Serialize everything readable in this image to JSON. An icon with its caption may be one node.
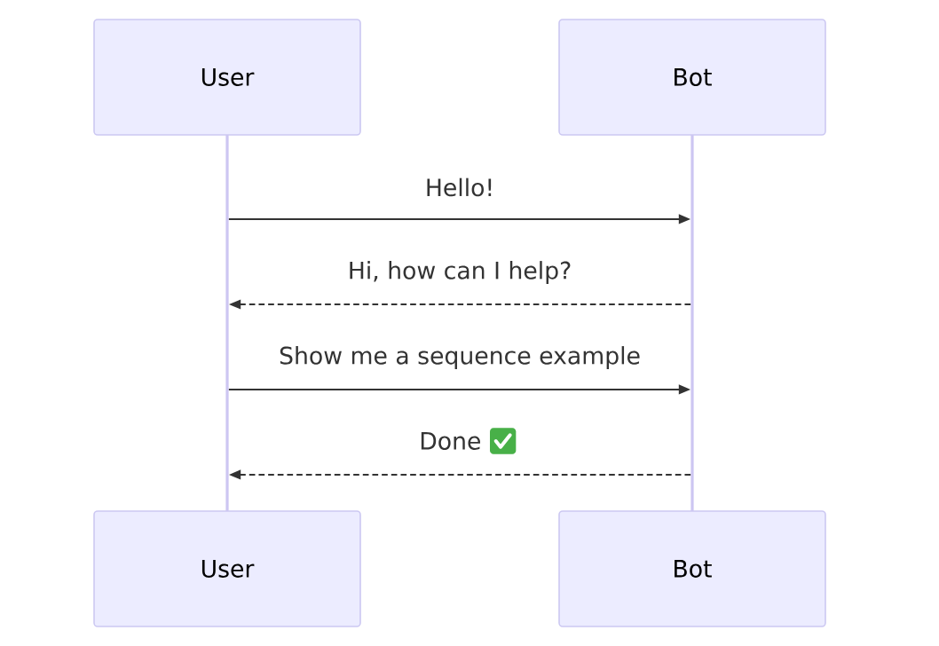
{
  "diagram": {
    "nodes": [
      {
        "text": [
          "User"
        ]
      },
      {
        "text": [
          "Bot"
        ]
      },
      {
        "text": [
          "User"
        ]
      },
      {
        "text": [
          "Bot"
        ]
      },
      {
        "text": [],
        "shape": "bar"
      },
      {
        "text": [],
        "shape": "bar"
      }
    ],
    "edges": [
      {
        "from": 4,
        "to": 5,
        "arrow": "to",
        "label": "Hello!"
      },
      {
        "from": 5,
        "to": 4,
        "arrow": "to",
        "label": "Hi, how can I help?",
        "style": "dashed"
      },
      {
        "from": 4,
        "to": 5,
        "arrow": "to",
        "label": "Show me a sequence example"
      },
      {
        "from": 5,
        "to": 4,
        "arrow": "to",
        "label": "Done",
        "style": "dashed"
      }
    ]
  }
}
